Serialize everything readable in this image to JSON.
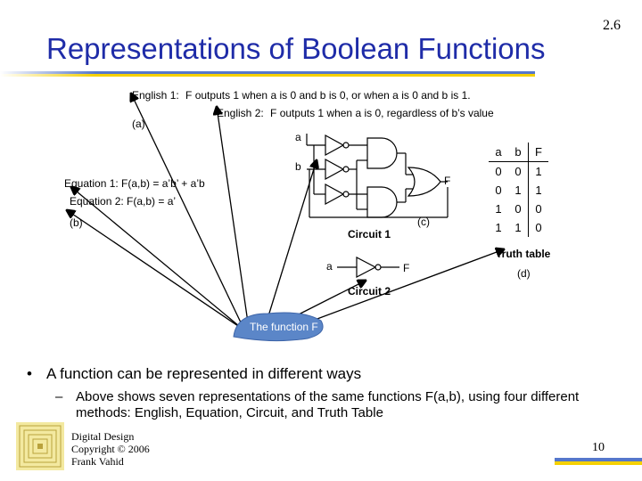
{
  "slide_number": "2.6",
  "title": "Representations of Boolean Functions",
  "english": {
    "line1_label": "English 1:",
    "line1_text": "F outputs 1 when a is 0 and b is 0, or when a is 0 and b is 1.",
    "line2_label": "English 2:",
    "line2_text": "F outputs 1 when a is 0, regardless of b’s value",
    "tag": "(a)"
  },
  "equations": {
    "eq1": "Equation 1: F(a,b) = a’b’ + a’b",
    "eq2": "Equation 2: F(a,b) = a’",
    "tag": "(b)"
  },
  "circuit1": {
    "input_a": "a",
    "input_b": "b",
    "output": "F",
    "label": "Circuit 1",
    "tag": "(c)"
  },
  "circuit2": {
    "input": "a",
    "output": "F",
    "label": "Circuit 2"
  },
  "truth_table": {
    "headers": [
      "a",
      "b",
      "F"
    ],
    "rows": [
      [
        "0",
        "0",
        "1"
      ],
      [
        "0",
        "1",
        "1"
      ],
      [
        "1",
        "0",
        "0"
      ],
      [
        "1",
        "1",
        "0"
      ]
    ],
    "label": "Truth table",
    "tag": "(d)"
  },
  "function_label": "The function F",
  "bullets": {
    "main": "A function can be represented in different ways",
    "sub": "Above shows seven representations of the same functions F(a,b), using four different methods: English, Equation, Circuit, and Truth Table"
  },
  "footer": {
    "line1": "Digital Design",
    "line2": "Copyright © 2006",
    "line3": "Frank Vahid"
  },
  "page_number": "10",
  "colors": {
    "title": "#1f2ca8",
    "blob": "#5b86c8",
    "accent_blue": "#5577cc",
    "accent_yellow": "#f5d000"
  }
}
